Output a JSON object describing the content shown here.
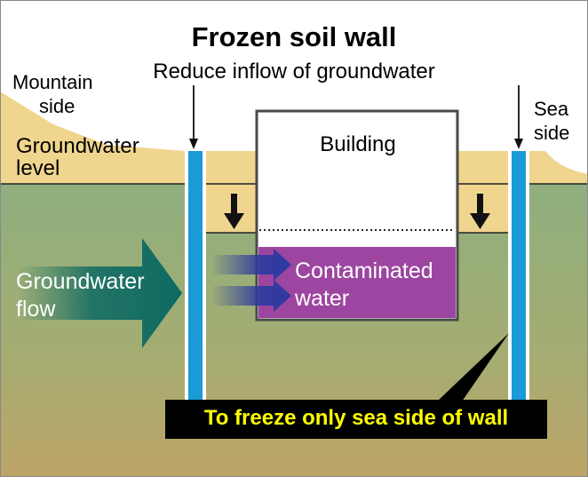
{
  "title": "Frozen soil wall",
  "subtitle": "Reduce inflow of groundwater",
  "labels": {
    "mountain_side": [
      "Mountain",
      "side"
    ],
    "sea_side": [
      "Sea",
      "side"
    ],
    "groundwater_level": [
      "Groundwater",
      "level"
    ],
    "building": "Building",
    "groundwater_flow": [
      "Groundwater",
      "flow"
    ],
    "contaminated_water": [
      "Contaminated",
      "water"
    ]
  },
  "banner": "To freeze only sea side of wall",
  "colors": {
    "soil_surface": "#f0d58e",
    "underground_top": "#93ae7c",
    "underground_bottom": "#b8a36a",
    "wall": "#1a9bd7",
    "contaminated": "#9c46a1",
    "flow_arrow": "#0d6a62",
    "inner_arrow": "#2d3aa0",
    "banner_bg": "#000000",
    "banner_text": "#ffff00"
  }
}
